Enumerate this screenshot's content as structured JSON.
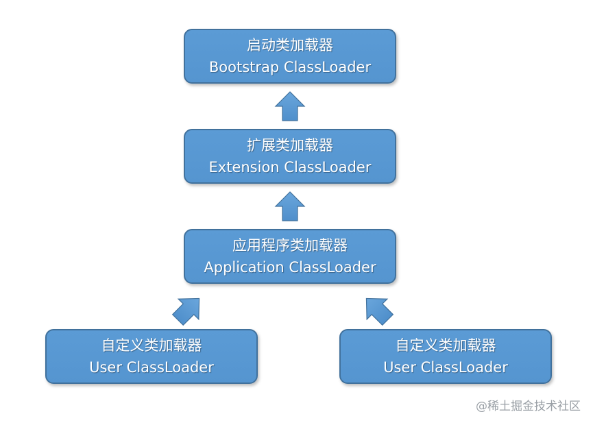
{
  "diagram": {
    "nodes": [
      {
        "id": "bootstrap",
        "line1": "启动类加载器",
        "line2": "Bootstrap  ClassLoader"
      },
      {
        "id": "extension",
        "line1": "扩展类加载器",
        "line2": "Extension  ClassLoader"
      },
      {
        "id": "application",
        "line1": "应用程序类加载器",
        "line2": "Application ClassLoader"
      },
      {
        "id": "user_left",
        "line1": "自定义类加载器",
        "line2": "User  ClassLoader"
      },
      {
        "id": "user_right",
        "line1": "自定义类加载器",
        "line2": "User  ClassLoader"
      }
    ],
    "edges": [
      {
        "from": "extension",
        "to": "bootstrap"
      },
      {
        "from": "application",
        "to": "extension"
      },
      {
        "from": "user_left",
        "to": "application"
      },
      {
        "from": "user_right",
        "to": "application"
      }
    ],
    "colors": {
      "box_fill": "#5b9bd5",
      "box_border": "#41719c",
      "text": "#ffffff",
      "arrow": "#5b9bd5"
    }
  },
  "watermark": {
    "text": "@稀土掘金技术社区"
  }
}
